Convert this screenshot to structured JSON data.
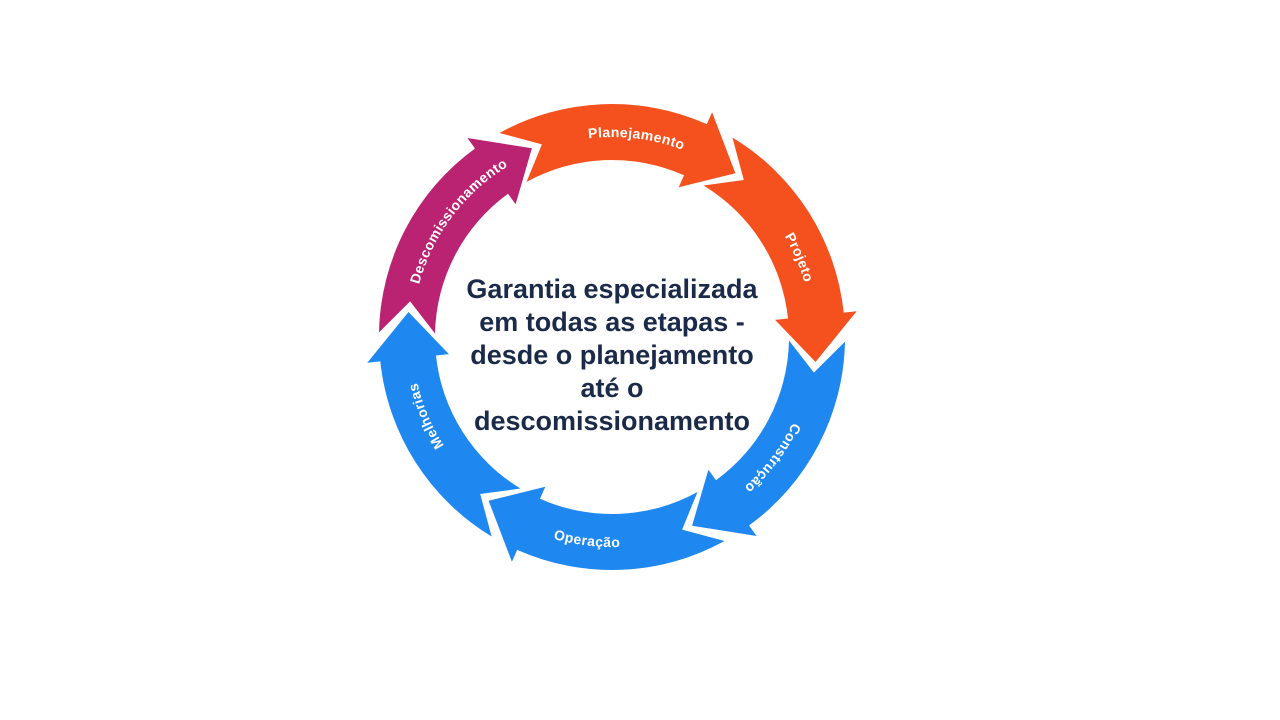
{
  "page": {
    "background_color": "#FFFFFF"
  },
  "diagram": {
    "type": "cycle-arrow-diagram",
    "direction": "clockwise",
    "label_color": "#FFFFFF",
    "segments": [
      {
        "id": "planejamento",
        "label": "Planejamento",
        "color": "#F4511E",
        "text_direction": "cw"
      },
      {
        "id": "projeto",
        "label": "Projeto",
        "color": "#F4511E",
        "text_direction": "cw"
      },
      {
        "id": "construcao",
        "label": "Construção",
        "color": "#1E87F0",
        "text_direction": "cw"
      },
      {
        "id": "operacao",
        "label": "Operação",
        "color": "#1E87F0",
        "text_direction": "ccw"
      },
      {
        "id": "melhorias",
        "label": "Melhorias",
        "color": "#1E87F0",
        "text_direction": "cw"
      },
      {
        "id": "descomissionamento",
        "label": "Descomissionamento",
        "color": "#BA2372",
        "text_direction": "cw"
      }
    ],
    "center_text": {
      "color": "#1B2A49",
      "lines": [
        "Garantia especializada",
        "em todas as etapas -",
        "desde o planejamento",
        "até o",
        "descomissionamento"
      ]
    }
  }
}
